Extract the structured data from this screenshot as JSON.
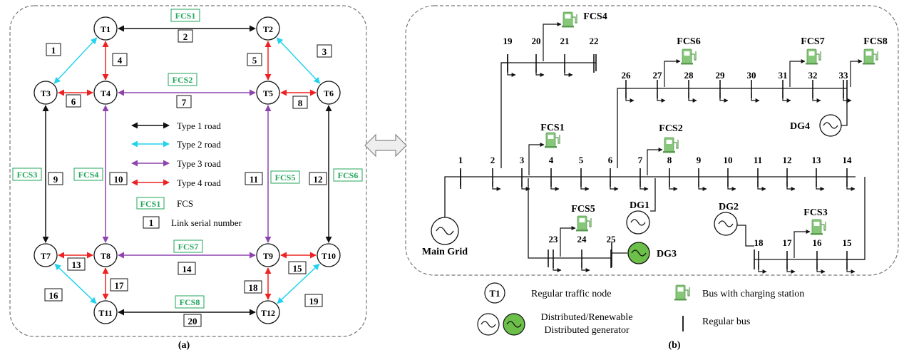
{
  "colors": {
    "type1": "#111111",
    "type2": "#22d3ee",
    "type3": "#8e44ad",
    "type4": "#ee2222",
    "fcs_text": "#22a55a",
    "fcs_icon": "#86c77a",
    "dg3_fill": "#6cc04a"
  },
  "panel_a": {
    "label": "(a)",
    "nodes": [
      "T1",
      "T2",
      "T3",
      "T4",
      "T5",
      "T6",
      "T7",
      "T8",
      "T9",
      "T10",
      "T11",
      "T12"
    ],
    "links": [
      {
        "num": "1",
        "from": "T1",
        "to": "T3",
        "type": 2
      },
      {
        "num": "2",
        "from": "T1",
        "to": "T2",
        "type": 1
      },
      {
        "num": "3",
        "from": "T2",
        "to": "T6",
        "type": 2
      },
      {
        "num": "4",
        "from": "T1",
        "to": "T4",
        "type": 4
      },
      {
        "num": "5",
        "from": "T2",
        "to": "T5",
        "type": 4
      },
      {
        "num": "6",
        "from": "T3",
        "to": "T4",
        "type": 4
      },
      {
        "num": "7",
        "from": "T4",
        "to": "T5",
        "type": 3
      },
      {
        "num": "8",
        "from": "T5",
        "to": "T6",
        "type": 4
      },
      {
        "num": "9",
        "from": "T3",
        "to": "T7",
        "type": 1
      },
      {
        "num": "10",
        "from": "T4",
        "to": "T8",
        "type": 3
      },
      {
        "num": "11",
        "from": "T5",
        "to": "T9",
        "type": 3
      },
      {
        "num": "12",
        "from": "T6",
        "to": "T10",
        "type": 1
      },
      {
        "num": "13",
        "from": "T7",
        "to": "T8",
        "type": 4
      },
      {
        "num": "14",
        "from": "T8",
        "to": "T9",
        "type": 3
      },
      {
        "num": "15",
        "from": "T9",
        "to": "T10",
        "type": 4
      },
      {
        "num": "16",
        "from": "T7",
        "to": "T11",
        "type": 2
      },
      {
        "num": "17",
        "from": "T8",
        "to": "T11",
        "type": 4
      },
      {
        "num": "18",
        "from": "T9",
        "to": "T12",
        "type": 4
      },
      {
        "num": "19",
        "from": "T10",
        "to": "T12",
        "type": 2
      },
      {
        "num": "20",
        "from": "T11",
        "to": "T12",
        "type": 1
      }
    ],
    "fcs_labels": [
      "FCS1",
      "FCS2",
      "FCS3",
      "FCS4",
      "FCS5",
      "FCS6",
      "FCS7",
      "FCS8"
    ],
    "legend": {
      "type1": "Type 1 road",
      "type2": "Type 2 road",
      "type3": "Type 3 road",
      "type4": "Type 4 road",
      "fcs_sample": "FCS1",
      "fcs_text": "FCS",
      "link_sample": "1",
      "link_text": "Link serial number"
    }
  },
  "panel_b": {
    "label": "(b)",
    "buses": [
      "1",
      "2",
      "3",
      "4",
      "5",
      "6",
      "7",
      "8",
      "9",
      "10",
      "11",
      "12",
      "13",
      "14",
      "15",
      "16",
      "17",
      "18",
      "19",
      "20",
      "21",
      "22",
      "23",
      "24",
      "25",
      "26",
      "27",
      "28",
      "29",
      "30",
      "31",
      "32",
      "33"
    ],
    "fcs_labels": [
      "FCS1",
      "FCS2",
      "FCS3",
      "FCS4",
      "FCS5",
      "FCS6",
      "FCS7",
      "FCS8"
    ],
    "dg_labels": [
      "DG1",
      "DG2",
      "DG3",
      "DG4"
    ],
    "main_grid": "Main Grid"
  },
  "legend_b": {
    "node_sample": "T1",
    "node_text": "Regular traffic node",
    "gen_text_line1": "Distributed/Renewable",
    "gen_text_line2": "Distributed generator",
    "station_text": "Bus with charging station",
    "bus_text": "Regular bus"
  }
}
